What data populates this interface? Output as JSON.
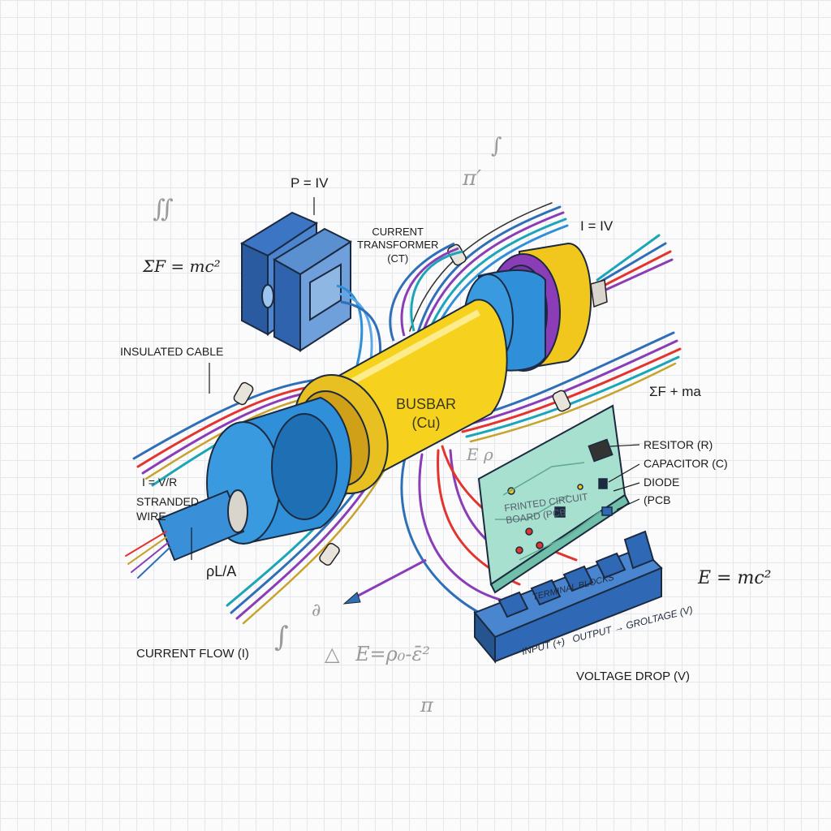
{
  "labels": {
    "p_iv": "P = IV",
    "current_transformer": "CURRENT\nTRANSFORMER\n(CT)",
    "i_iv": "I = IV",
    "sigma_f_mc2": "ΣF = mc²",
    "insulated_cable": "INSULATED CABLE",
    "busbar": "BUSBAR\n(Cu)",
    "sigma_f_ma": "ΣF + ma",
    "resistor": "RESITOR (R)",
    "capacitor": "CAPACITOR (C)",
    "diode": "DIODE",
    "pcb": "(PCB",
    "i_v_r": "I = V/R",
    "stranded_wire": "STRANDED\nWIRE",
    "rho_l_a": "ρL/A",
    "pcb_board_text": "FRINTED CIRCUIT\nBOARD (PCB",
    "terminal_blocks": "TERMINAL BLOCKS",
    "input_output": "INPUT (+)   OUTPUT → GROLTAGE (V)",
    "e_mc2": "E = mc²",
    "current_flow": "CURRENT FLOW (I)",
    "voltage_drop": "VOLTAGE DROP (V)"
  },
  "faint_symbols": {
    "integral_top": "∫",
    "pi_top": "π′",
    "double_integral": "∬",
    "e_rho": "E ρ",
    "partial": "∂",
    "integral_bottom": "∫",
    "delta": "△",
    "e_rho_eq": "E=ρ₀-ε̄²",
    "pi_bottom": "π"
  },
  "colors": {
    "busbar_yellow": "#f7d21e",
    "copper_blue": "#2f8fd8",
    "ct_blue": "#5a8fd0",
    "pcb_green": "#a8e0cf",
    "terminal_blue": "#2f68b4",
    "wire_red": "#e3342f",
    "wire_purple": "#8a3db6",
    "wire_teal": "#1aa5b8"
  }
}
